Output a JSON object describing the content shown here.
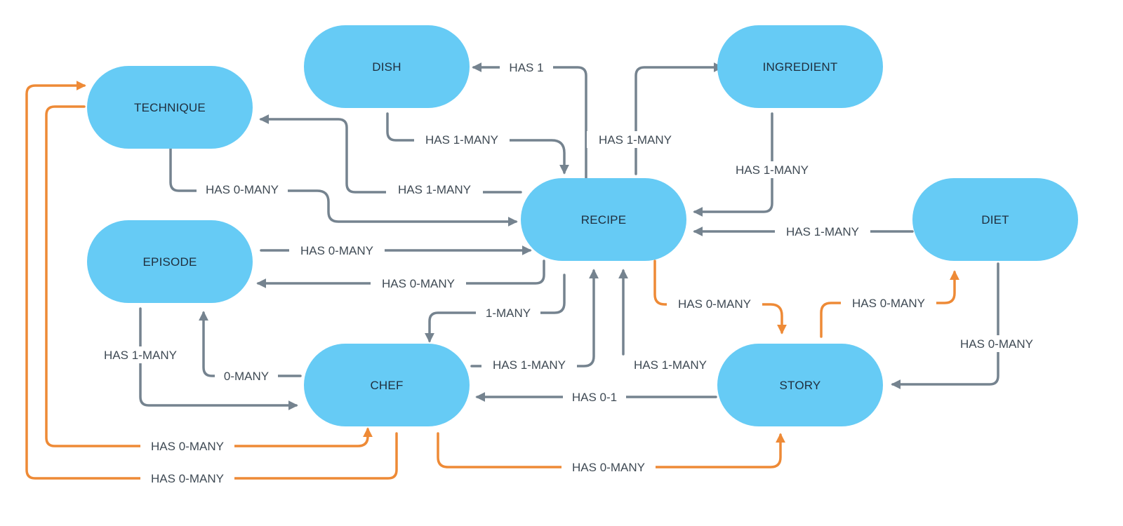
{
  "colors": {
    "node_fill": "#66cbf5",
    "gray_edge": "#75838f",
    "orange_edge": "#ee8a36"
  },
  "nodes": {
    "dish": "DISH",
    "ingredient": "INGREDIENT",
    "technique": "TECHNIQUE",
    "recipe": "RECIPE",
    "diet": "DIET",
    "episode": "EPISODE",
    "chef": "CHEF",
    "story": "STORY"
  },
  "edges": {
    "recipe_dish": "HAS 1",
    "dish_recipe": "HAS 1-MANY",
    "recipe_ingredient": "HAS 1-MANY",
    "ingredient_recipe": "HAS 1-MANY",
    "recipe_technique": "HAS 1-MANY",
    "technique_recipe": "HAS 0-MANY",
    "diet_recipe": "HAS 1-MANY",
    "episode_recipe": "HAS 0-MANY",
    "recipe_episode": "HAS 0-MANY",
    "recipe_chef": "1-MANY",
    "chef_recipe": "HAS 1-MANY",
    "story_recipe": "HAS 1-MANY",
    "recipe_story": "HAS 0-MANY",
    "story_diet": "HAS 0-MANY",
    "diet_story": "HAS 0-MANY",
    "episode_chef": "HAS 1-MANY",
    "chef_episode": "0-MANY",
    "story_chef": "HAS 0-1",
    "technique_chef": "HAS 0-MANY",
    "chef_technique": "HAS 0-MANY",
    "chef_story": "HAS 0-MANY"
  }
}
